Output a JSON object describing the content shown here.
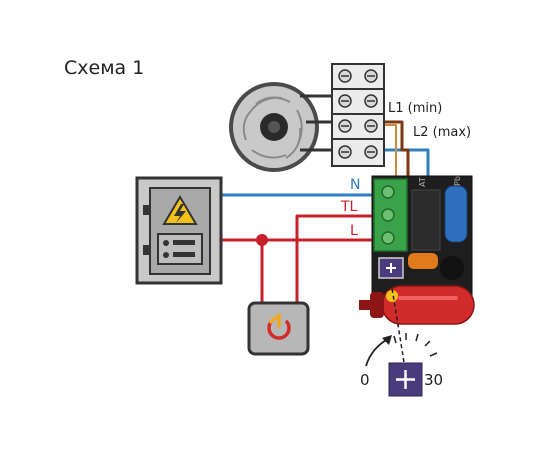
{
  "title": "Схема 1",
  "terminals": {
    "l1": "L1 (min)",
    "l2": "L2 (max)"
  },
  "wires": {
    "n": "N",
    "tl": "TL",
    "l": "L"
  },
  "module": {
    "pin_at": "AT",
    "pin_pb": "Pb"
  },
  "dial": {
    "min": "0",
    "max": "30"
  },
  "colors": {
    "neutral_wire": "#2f7fbf",
    "live_wire": "#c8202a",
    "switched_wire": "#c8202a",
    "lamp_wire": "#7a3a10",
    "terminal_green": "#3aa34a",
    "dial_purple": "#4a3b7c",
    "fuse_red": "#d22b2b"
  },
  "icons": [
    "electrical-panel-icon",
    "high-voltage-icon",
    "fan-icon",
    "power-button-icon",
    "plus-icon"
  ]
}
